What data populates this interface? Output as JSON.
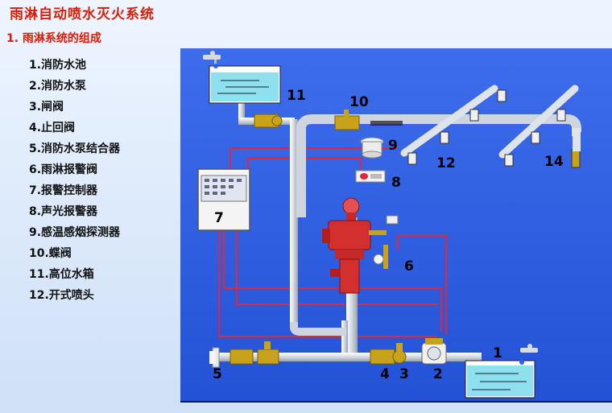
{
  "title": "雨淋自动喷水灭火系统",
  "subtitle": "1. 雨淋系统的组成",
  "components": [
    "1.消防水池",
    "2.消防水泵",
    "3.闸阀",
    "4.止回阀",
    "5.消防水泵结合器",
    "6.雨淋报警阀",
    "7.报警控制器",
    "8.声光报警器",
    "9.感温感烟探测器",
    "10.蝶阀",
    "11.高位水箱",
    "12.开式喷头"
  ],
  "diagram_labels": {
    "n1": "1",
    "n2": "2",
    "n3": "3",
    "n4": "4",
    "n5": "5",
    "n6": "6",
    "n7": "7",
    "n8": "8",
    "n9": "9",
    "n10": "10",
    "n11": "11",
    "n12": "12",
    "n14": "14"
  },
  "colors": {
    "title": "#d81e06",
    "panel": "#2f5fe0",
    "pipe": "#dfe3ea",
    "wire": "#e0283a",
    "valve_brass": "#c9a21c",
    "alarm_valve": "#d32f2f",
    "water": "#8fe0ee"
  }
}
